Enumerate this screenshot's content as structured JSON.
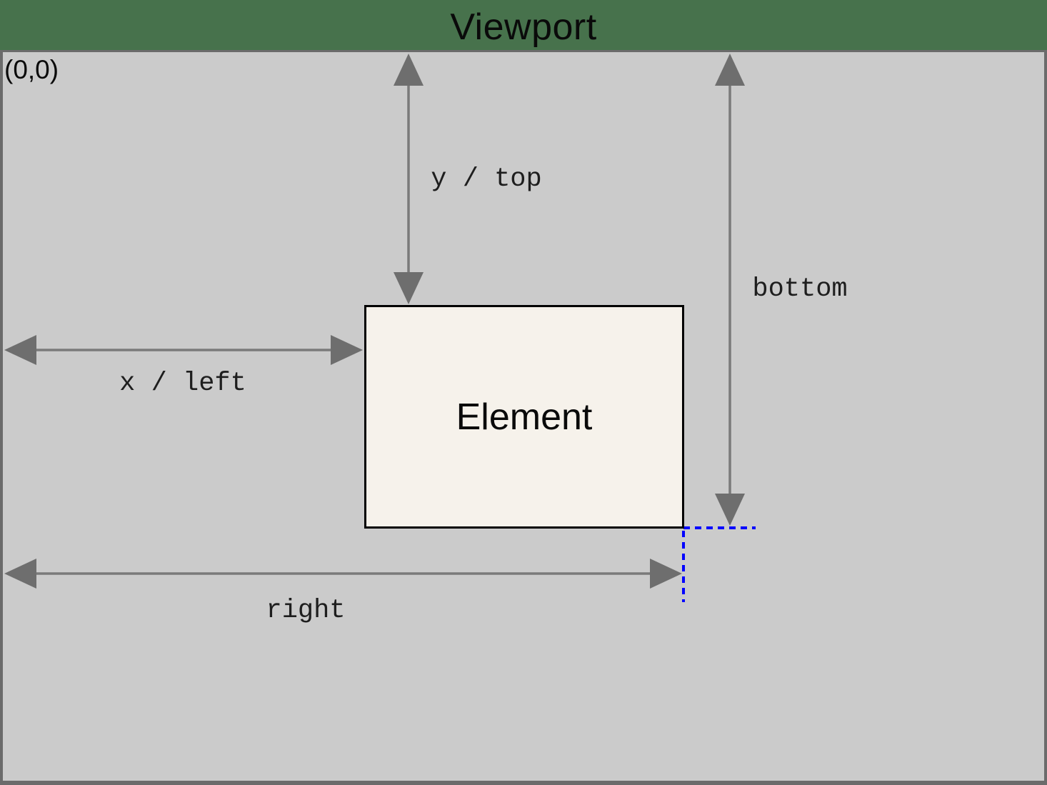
{
  "title": "Viewport",
  "origin_label": "(0,0)",
  "element_label": "Element",
  "measurements": {
    "y_top": "y / top",
    "x_left": "x / left",
    "bottom": "bottom",
    "right": "right"
  },
  "colors": {
    "header_green": "#47724C",
    "viewport_gray": "#CBCBCB",
    "frame_gray": "#6B6B6B",
    "arrow_line_gray": "#7A7A7A",
    "arrow_head_gray": "#6E6E6E",
    "guide_blue": "#0000FF",
    "element_fill": "#F6F2EB",
    "element_border": "#000000"
  }
}
